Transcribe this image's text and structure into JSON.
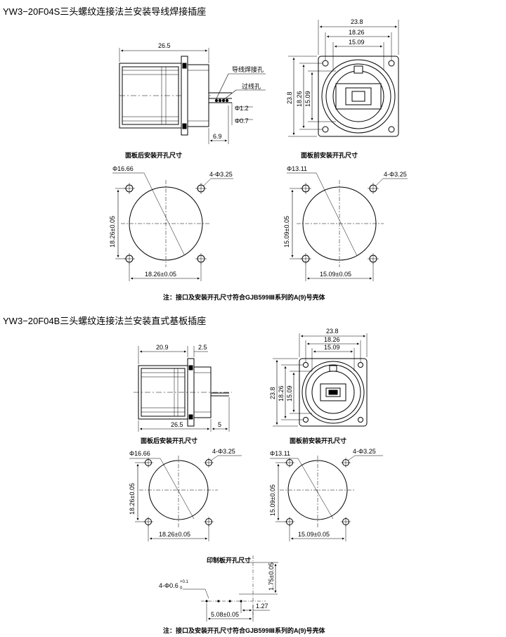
{
  "section1": {
    "title": "YW3−20F04S三头螺纹连接法兰安装导线焊接插座",
    "side": {
      "length": "26.5",
      "offset": "6.9",
      "solder_hole": "导线焊接孔",
      "through_hole": "过线孔",
      "dia_outer": "Φ1.2",
      "dia_inner": "Φ0.7"
    },
    "front": {
      "w_outer": "23.8",
      "w_mid": "18.26",
      "w_inner": "15.09",
      "h_outer": "23.8",
      "h_mid": "18.26",
      "h_inner": "15.09"
    },
    "rear_cutout": {
      "caption": "面板后安装开孔尺寸",
      "hole_dia": "Φ16.66",
      "mount_holes": "4-Φ3.25",
      "spacing_v": "18.26±0.05",
      "spacing_h": "18.26±0.05"
    },
    "front_cutout": {
      "caption": "面板前安装开孔尺寸",
      "hole_dia": "Φ13.11",
      "mount_holes": "4-Φ3.25",
      "spacing_v": "15.09±0.05",
      "spacing_h": "15.09±0.05"
    },
    "note": "注：接口及安装开孔尺寸符合GJB599Ⅲ系列的A(9)号壳体"
  },
  "section2": {
    "title": "YW3−20F04B三头螺纹连接法兰安装直式基板插座",
    "side": {
      "length_top": "20.9",
      "flange": "2.5",
      "length_bottom": "26.5",
      "pin": "5"
    },
    "front": {
      "w_outer": "23.8",
      "w_mid": "18.26",
      "w_inner": "15.09",
      "h_outer": "23.8",
      "h_mid": "18.26",
      "h_inner": "15.09"
    },
    "rear_cutout": {
      "caption": "面板后安装开孔尺寸",
      "hole_dia": "Φ16.66",
      "mount_holes": "4-Φ3.25",
      "spacing_v": "18.26±0.05",
      "spacing_h": "18.26±0.05"
    },
    "front_cutout": {
      "caption": "面板前安装开孔尺寸",
      "hole_dia": "Φ13.11",
      "mount_holes": "4-Φ3.25",
      "spacing_v": "15.09±0.05",
      "spacing_h": "15.09±0.05"
    },
    "pcb": {
      "caption": "印制板开孔尺寸",
      "holes": "4-Φ0.6",
      "tol_plus": "+0.1",
      "tol_zero": "0",
      "offset_v": "1.75±0.05",
      "pitch": "1.27",
      "span": "5.08±0.05"
    },
    "note": "注：接口及安装开孔尺寸符合GJB599Ⅲ系列的A(9)号壳体"
  }
}
